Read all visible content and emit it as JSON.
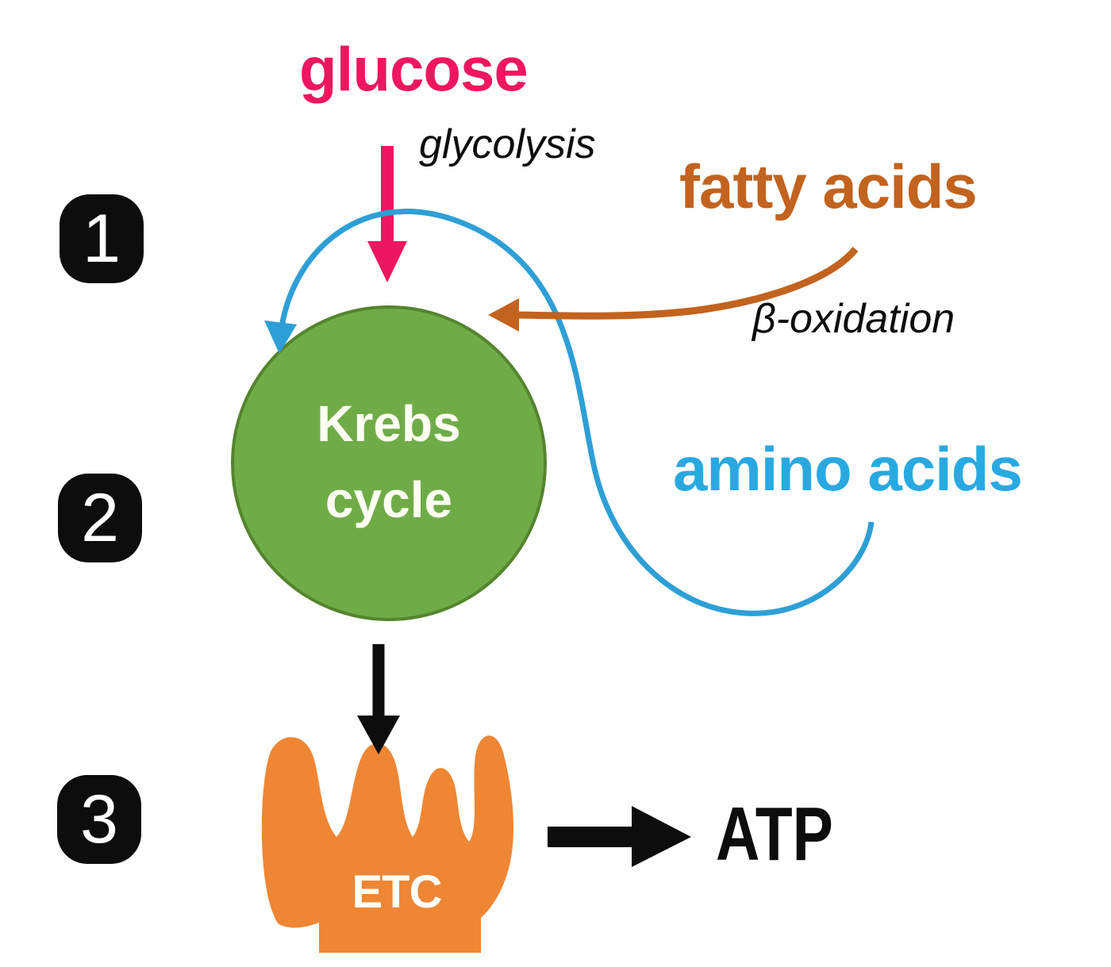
{
  "labels": {
    "glucose": "glucose",
    "glycolysis": "glycolysis",
    "fatty_acids": "fatty acids",
    "beta_oxidation": "β-oxidation",
    "amino_acids": "amino acids",
    "krebs_line1": "Krebs",
    "krebs_line2": "cycle",
    "etc": "ETC",
    "atp": "ATP"
  },
  "steps": [
    {
      "number": "1"
    },
    {
      "number": "2"
    },
    {
      "number": "3"
    }
  ],
  "colors": {
    "pink": "#EE1660",
    "orangeBrown": "#C2631F",
    "skyBlue": "#29A9E1",
    "skyBlueCurve": "#2E9FD6",
    "green": "#6FAC47",
    "greenBorder": "#55842F",
    "ivory": "#FDFEF2",
    "etcOrange": "#EE8634",
    "black": "#0D0D0D",
    "white": "#FFFFFF"
  }
}
